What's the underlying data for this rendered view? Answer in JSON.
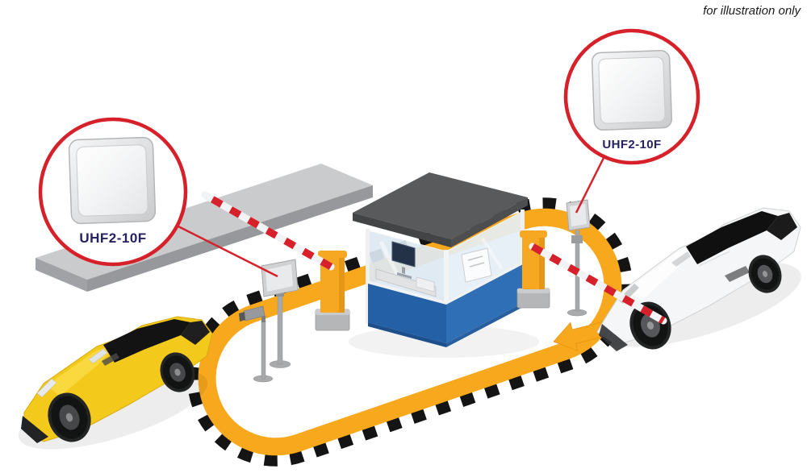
{
  "note": "for illustration only",
  "callouts": {
    "left": {
      "label": "UHF2-10F"
    },
    "right": {
      "label": "UHF2-10F"
    }
  },
  "colors": {
    "accent_red": "#d6212a",
    "label_navy": "#262262",
    "note_black": "#1a1a1a",
    "road_yellow": "#f8a81d",
    "arrow_orange": "#f8a81d",
    "barrier_orange": "#f7a823",
    "booth_blue": "#2360a5",
    "roof_gray": "#595a5c",
    "platform_gray": "#cacbcd",
    "car_yellow": "#f3ca1c",
    "car_white": "#f5f6f7"
  },
  "scene": {
    "objects": [
      "antenna-callout-left",
      "antenna-callout-right",
      "roadside-platform",
      "road-loop",
      "guard-booth",
      "entry-barrier-gate",
      "exit-barrier-gate",
      "rfid-reader-on-pole",
      "cctv-camera",
      "rfid-reader-pole-right",
      "direction-arrow",
      "yellow-sports-car",
      "white-sports-car"
    ]
  }
}
